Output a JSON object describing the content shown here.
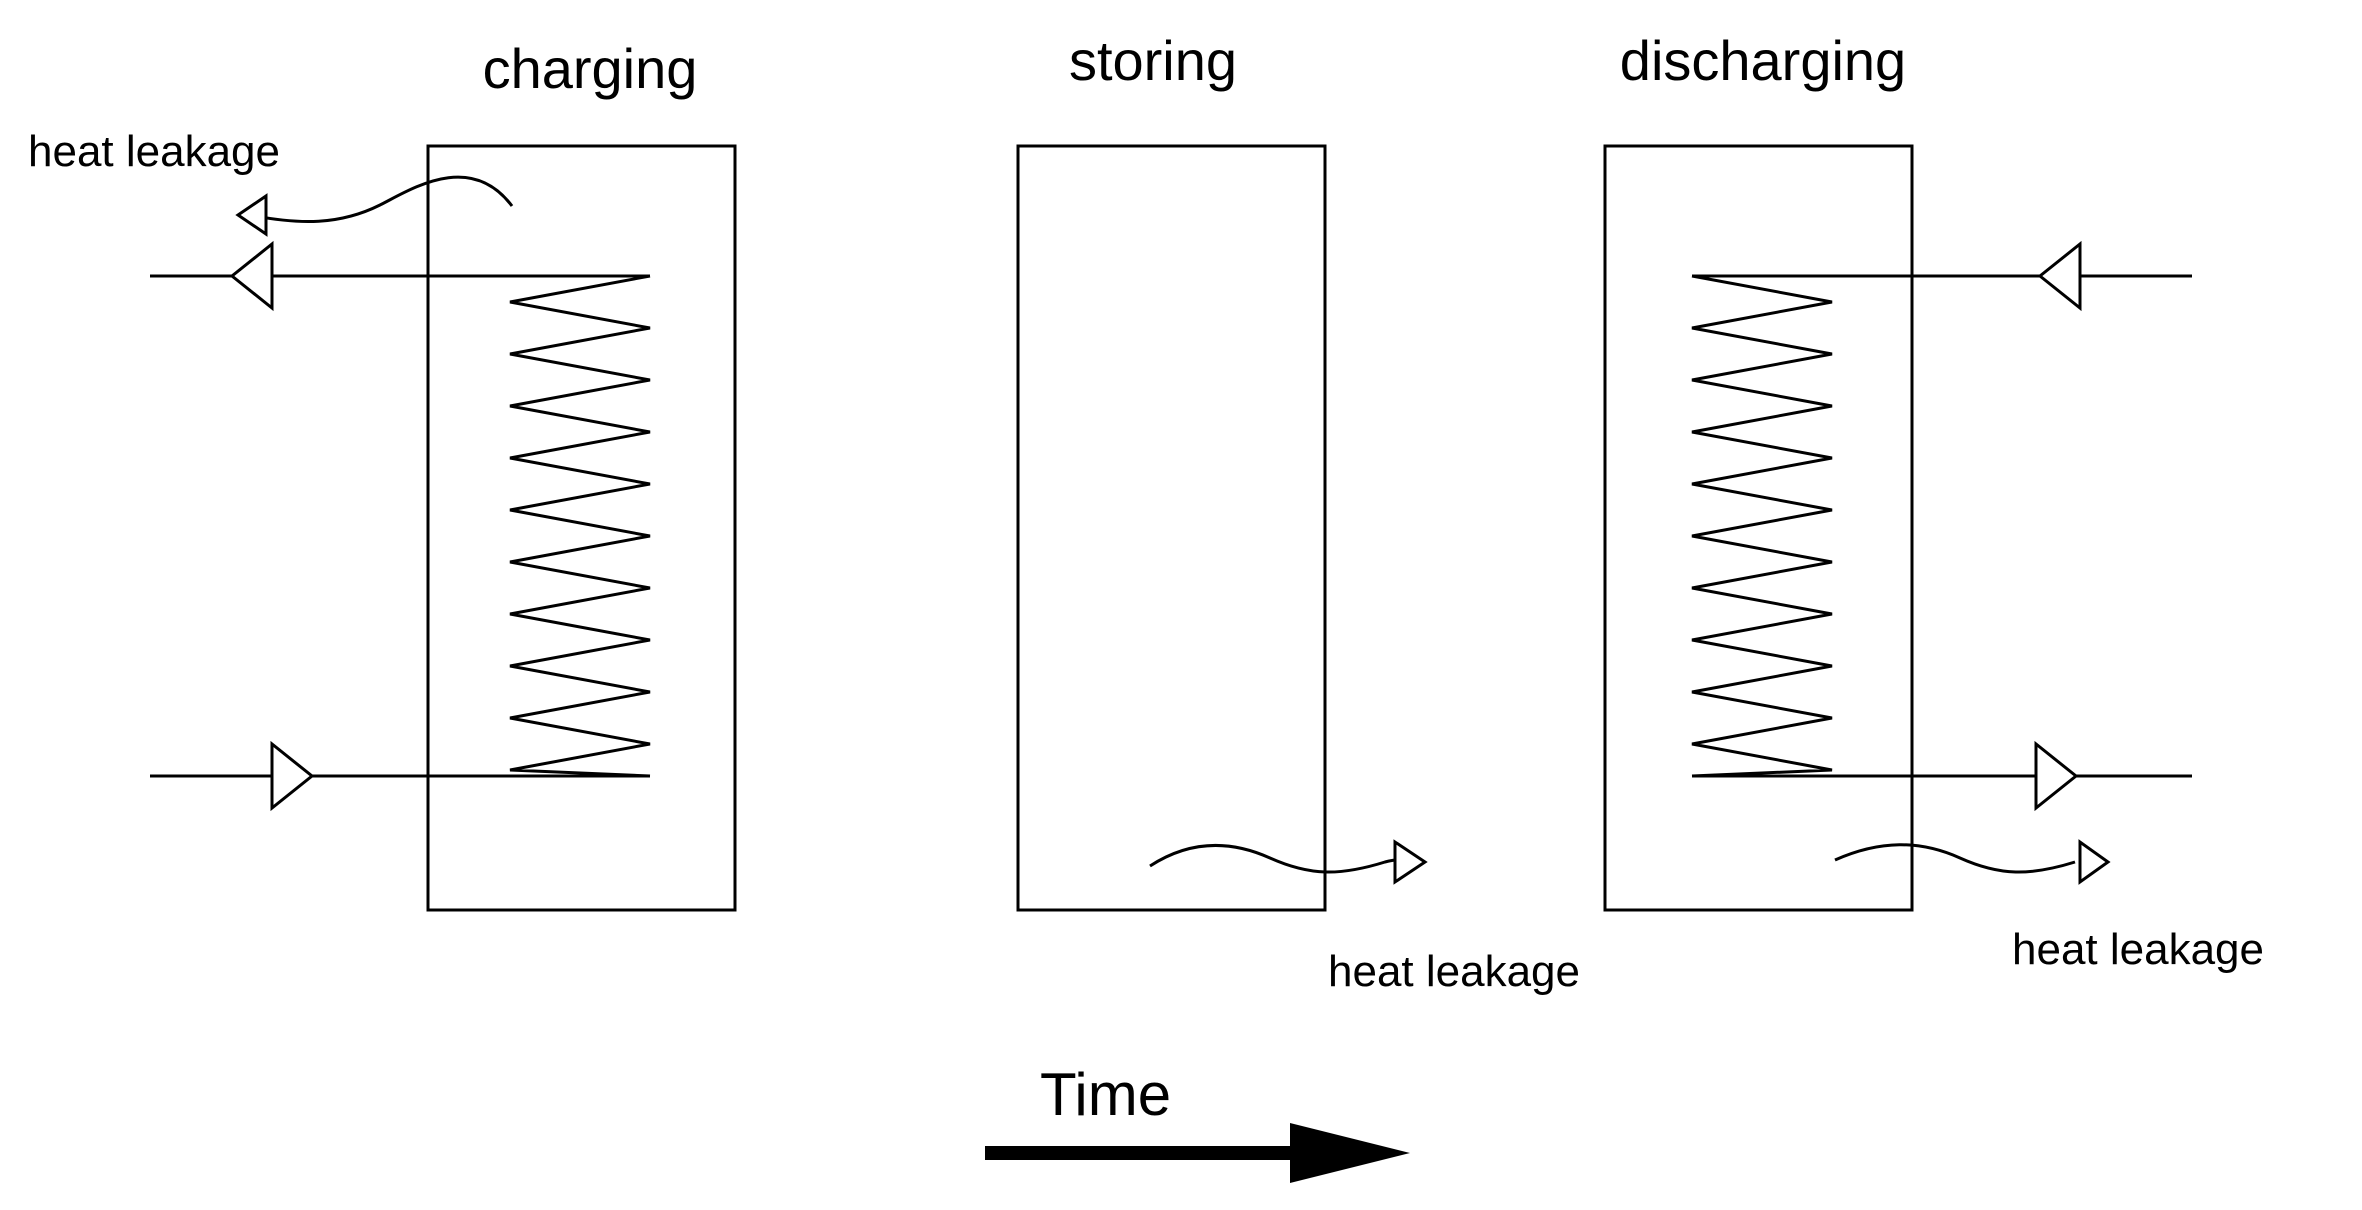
{
  "stages": [
    {
      "label": "charging",
      "leakage_label": "heat leakage"
    },
    {
      "label": "storing",
      "leakage_label": "heat leakage"
    },
    {
      "label": "discharging",
      "leakage_label": "heat leakage"
    }
  ],
  "time_label": "Time",
  "colors": {
    "stroke": "#000000",
    "background": "#ffffff"
  }
}
